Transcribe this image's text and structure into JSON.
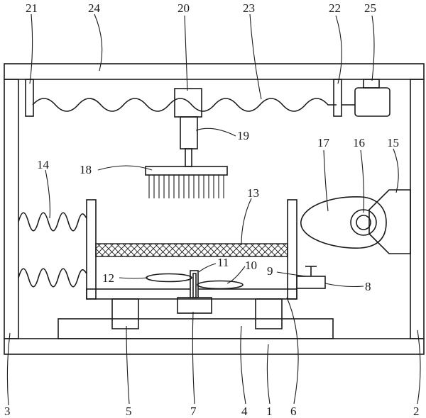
{
  "figure": {
    "labels": [
      "21",
      "24",
      "20",
      "23",
      "22",
      "25",
      "19",
      "17",
      "16",
      "15",
      "14",
      "18",
      "13",
      "12",
      "11",
      "10",
      "9",
      "8",
      "3",
      "5",
      "7",
      "4",
      "1",
      "6",
      "2"
    ]
  }
}
